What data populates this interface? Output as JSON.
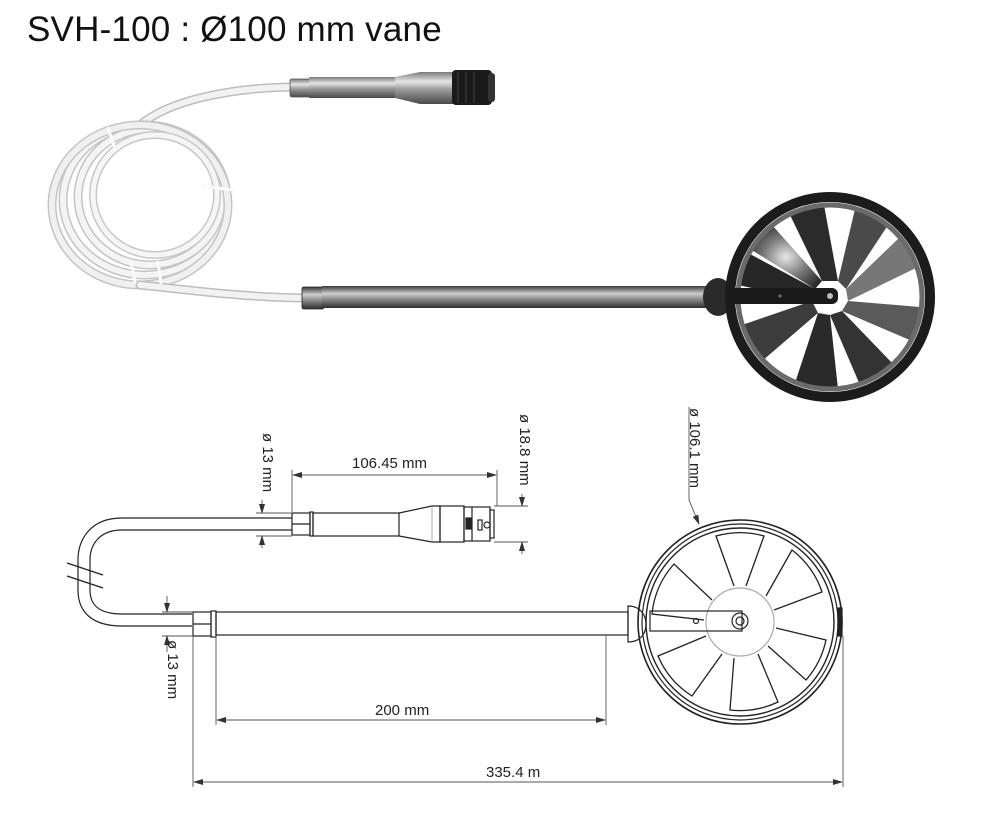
{
  "title": "SVH-100 : Ø100 mm vane",
  "colors": {
    "cable": "#e8e8e8",
    "steel": "#b8b8b8",
    "vane_ring": "#222222",
    "line": "#222222",
    "dim_line": "#555555"
  },
  "photo": {
    "components": [
      "connector-plug",
      "handle-tube",
      "coiled-cable",
      "probe-rod",
      "vane-head"
    ]
  },
  "drawing": {
    "dimensions": {
      "connector_length": "106.45 mm",
      "connector_diameter_small": "ø 13 mm",
      "connector_diameter_large": "ø 18.8 mm",
      "vane_diameter": "ø 106.1 mm",
      "rod_diameter": "ø 13 mm",
      "rod_length": "200 mm",
      "overall_length": "335.4 m"
    }
  }
}
